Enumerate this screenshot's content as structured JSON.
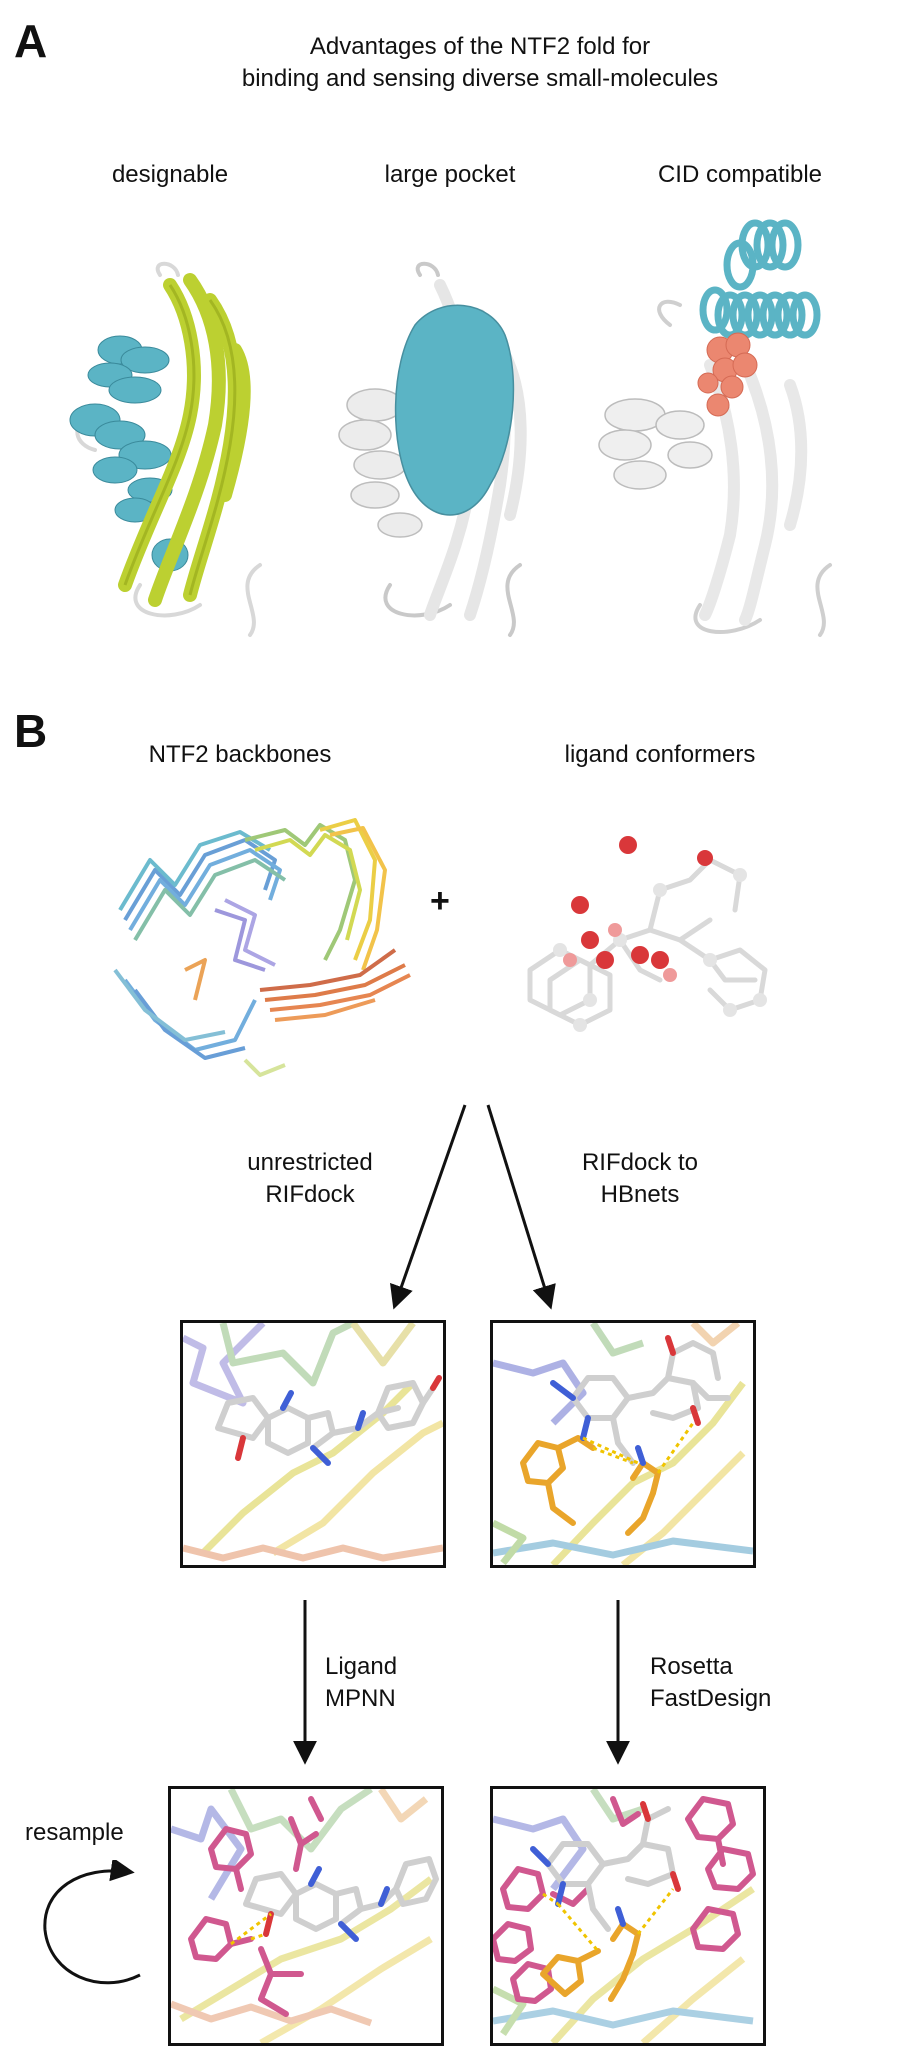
{
  "panelA": {
    "letter": "A",
    "title_line1": "Advantages of the NTF2 fold for",
    "title_line2": "binding and sensing diverse small-molecules",
    "labels": [
      "designable",
      "large pocket",
      "CID compatible"
    ]
  },
  "panelB": {
    "letter": "B",
    "backbones_label": "NTF2 backbones",
    "conformers_label": "ligand conformers",
    "plus": "+",
    "left_path_line1": "unrestricted",
    "left_path_line2": "RIFdock",
    "right_path_line1": "RIFdock to",
    "right_path_line2": "HBnets",
    "left_step_line1": "Ligand",
    "left_step_line2": "MPNN",
    "right_step_line1": "Rosetta",
    "right_step_line2": "FastDesign",
    "resample": "resample"
  },
  "colors": {
    "helix_blue": "#5bb4c5",
    "sheet_green": "#bcd031",
    "backbone_grey": "#e2e2e2",
    "ligand_red": "#d9373a",
    "sidechain_orange": "#e9a52b",
    "sidechain_pink": "#d0588f",
    "nitrogen_blue": "#3f5fd6"
  }
}
